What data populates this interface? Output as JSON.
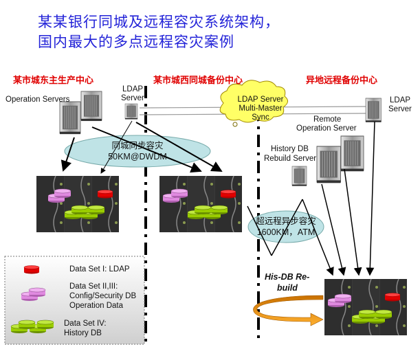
{
  "title": {
    "line1": "某某银行同城及远程容灾系统架构，",
    "line2": "国内最大的多点远程容灾案例"
  },
  "sites": {
    "primary": "某市城东主生产中心",
    "backup": "某市城西同城备份中心",
    "remote": "异地远程备份中心"
  },
  "servers": {
    "operation_servers": "Operation Servers",
    "ldap_primary_1": "LDAP",
    "ldap_primary_2": "Server",
    "ldap_remote_1": "LDAP",
    "ldap_remote_2": "Server",
    "remote_op_1": "Remote",
    "remote_op_2": "Operation Server",
    "history_db_1": "History DB",
    "history_db_2": "Rebuild Server"
  },
  "cloud": {
    "line1": "LDAP Server",
    "line2": "Multi-Master",
    "line3": "Sync"
  },
  "links": {
    "sync_line1": "同城同步容灾",
    "sync_line2": "50KM@DWDM",
    "async_line1": "超远程异步容灾",
    "async_line2": "1600KM，ATM"
  },
  "rebuild": {
    "line1": "His-DB Re-",
    "line2": "build"
  },
  "legend": {
    "item1": "Data Set I: LDAP",
    "item2_line1": "Data Set II,III:",
    "item2_line2": "Config/Security DB",
    "item2_line3": "Operation Data",
    "item3_line1": "Data Set IV:",
    "item3_line2": "History DB"
  },
  "colors": {
    "title": "#2323d8",
    "site_label": "#e00000",
    "ldap_disk": "#e00000",
    "config_disk": "#e08ae0",
    "history_disk": "#9acd00",
    "ellipse": "#bfe3e6",
    "cloud": "#ffff66",
    "arrow_orange": "#f0a020"
  }
}
